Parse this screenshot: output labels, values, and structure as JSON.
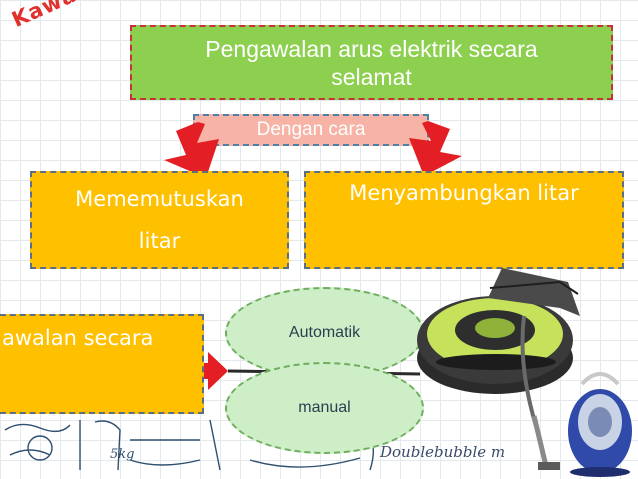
{
  "corner_label": "Kawalan",
  "title": "Pengawalan arus elektrik secara selamat",
  "method_label": "Dengan cara",
  "branch_left": {
    "line1": "Mememutuskan",
    "line2": "litar"
  },
  "branch_right": "Menyambungkan litar",
  "control_label": "awalan secara",
  "options": {
    "auto": "Automatik",
    "manual": "manual"
  },
  "watermark": "Doublebubble m",
  "sketch_label": "5kg",
  "colors": {
    "title_bg": "#8dd04f",
    "method_bg": "#f6b3a6",
    "branch_bg": "#ffc000",
    "option_bg": "#cdeec6",
    "arrow": "#e31e24",
    "corner_label": "#e0312c"
  },
  "icons": [
    "robot-vacuum-icon",
    "canister-vacuum-icon"
  ]
}
